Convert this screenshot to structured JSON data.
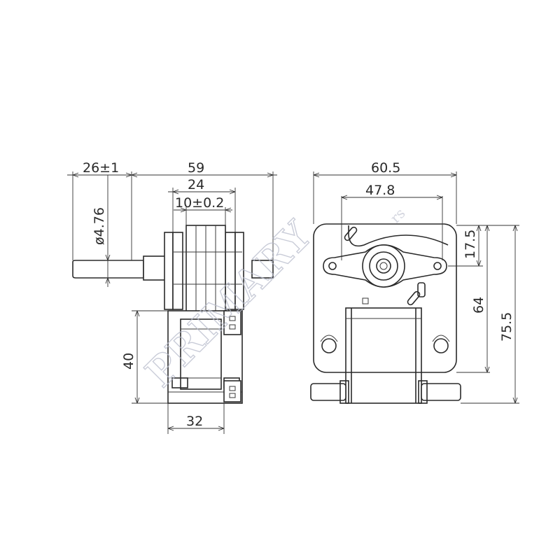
{
  "drawing": {
    "side_view": {
      "dims": {
        "shaft_length": "26±1",
        "overall_length": "59",
        "stack_width": "24",
        "core_width": "10±0.2",
        "shaft_diameter": "ø4.76",
        "bracket_height": "40",
        "bracket_width": "32"
      }
    },
    "front_view": {
      "dims": {
        "overall_width": "60.5",
        "hole_spacing": "47.8",
        "shaft_offset": "17.5",
        "mount_height": "64",
        "overall_height": "75.5"
      }
    },
    "watermark": {
      "text": "PRIMARY",
      "small_text": "rs"
    }
  },
  "colors": {
    "line": "#2a2a2a",
    "background": "#ffffff",
    "watermark": "#b8bccc"
  }
}
